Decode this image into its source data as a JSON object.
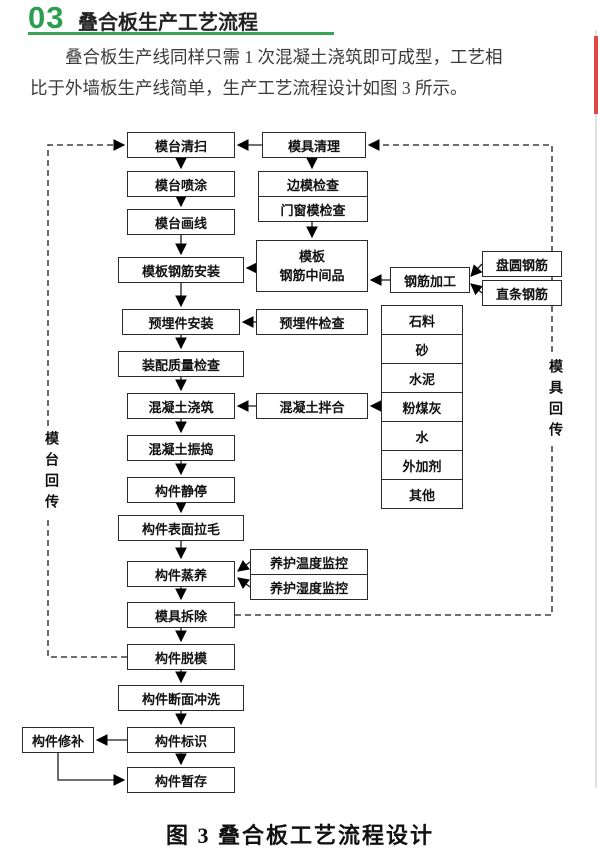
{
  "header": {
    "number": "03",
    "title": "叠合板生产工艺流程"
  },
  "paragraph": {
    "line1": "叠合板生产线同样只需 1 次混凝土浇筑即可成型，工艺相",
    "line2": "比于外墙板生产线简单，生产工艺流程设计如图 3 所示。"
  },
  "flowchart": {
    "main_flow": [
      "模台清扫",
      "模台喷涂",
      "模台画线",
      "模板钢筋安装",
      "预埋件安装",
      "装配质量检查",
      "混凝土浇筑",
      "混凝土振捣",
      "构件静停",
      "构件表面拉毛",
      "构件蒸养",
      "模具拆除",
      "构件脱模",
      "构件断面冲洗",
      "构件标识",
      "构件暂存"
    ],
    "mold_branch": [
      "模具清理",
      "边模检查",
      "门窗模检查"
    ],
    "intermediate": {
      "line1": "模板",
      "line2": "钢筋中间品"
    },
    "rebar": {
      "processing": "钢筋加工",
      "coiled": "盘圆钢筋",
      "straight": "直条钢筋"
    },
    "checks": {
      "embedded": "预埋件检查",
      "mixing": "混凝土拌合"
    },
    "materials": [
      "石料",
      "砂",
      "水泥",
      "粉煤灰",
      "水",
      "外加剂",
      "其他"
    ],
    "curing": [
      "养护温度监控",
      "养护湿度监控"
    ],
    "repair": "构件修补",
    "returns": {
      "left": "模台回传",
      "right": "模具回传"
    }
  },
  "caption": "图 3  叠合板工艺流程设计",
  "colors": {
    "accent_green": "#2d9e50",
    "text_dark": "#3b3b3b"
  }
}
